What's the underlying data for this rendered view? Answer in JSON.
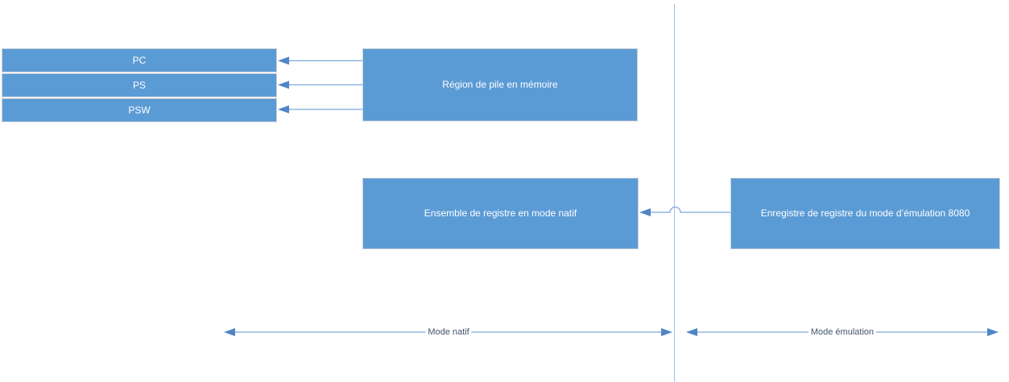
{
  "diagram": {
    "registers": [
      {
        "label": "PC"
      },
      {
        "label": "PS"
      },
      {
        "label": "PSW"
      }
    ],
    "stack_region_box": "Région de pile en mémoire",
    "native_register_box": "Ensemble de registre en mode natif",
    "emulation_register_box": "Enregistre de registre du mode d’émulation 8080",
    "native_mode_label": "Mode natif",
    "emulation_mode_label": "Mode émulation",
    "colors": {
      "box_fill": "#5b9bd5",
      "box_border": "#ccd2da",
      "box_text": "#ffffff",
      "connector_line": "#7ea6d8",
      "arrowhead": "#4e86c6",
      "divider": "#9cc2e5",
      "label_text": "#44546a"
    }
  }
}
